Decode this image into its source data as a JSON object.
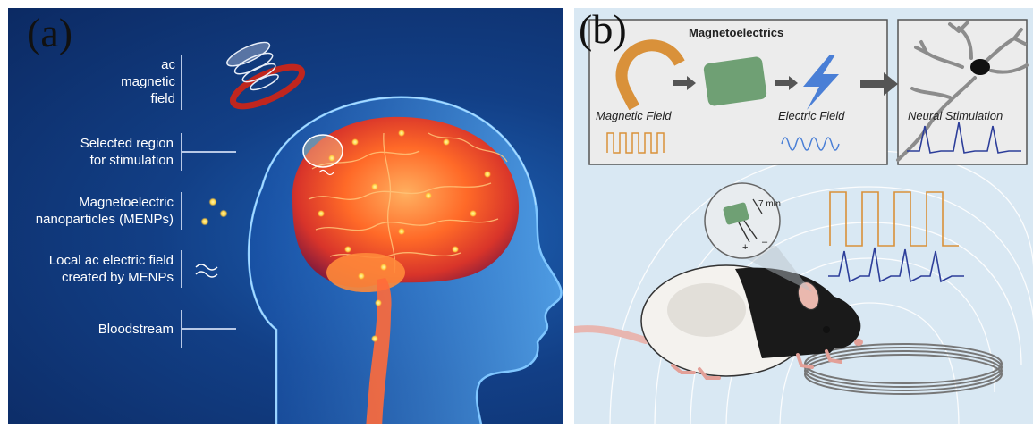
{
  "panel_a": {
    "label": "(a)",
    "legend": {
      "ac_field": [
        "ac",
        "magnetic",
        "field"
      ],
      "selected_region": [
        "Selected region",
        "for stimulation"
      ],
      "menps": [
        "Magnetoelectric",
        "nanoparticles (MENPs)"
      ],
      "local_field": [
        "Local ac electric field",
        "created by MENPs"
      ],
      "bloodstream": [
        "Bloodstream"
      ]
    }
  },
  "panel_b": {
    "label": "(b)",
    "title": "Magnetoelectrics",
    "magnetic_field_label": "Magnetic Field",
    "electric_field_label": "Electric Field",
    "neural_stimulation_label": "Neural Stimulation",
    "device_size": "7 mm",
    "plus": "+",
    "minus": "–"
  },
  "colors": {
    "magnetic_orange": "#d9913a",
    "electric_blue": "#4a7fd6",
    "device_green": "#6fa074",
    "neuron_gray": "#8c8c8c",
    "brain_glow": "#ff6a28"
  }
}
